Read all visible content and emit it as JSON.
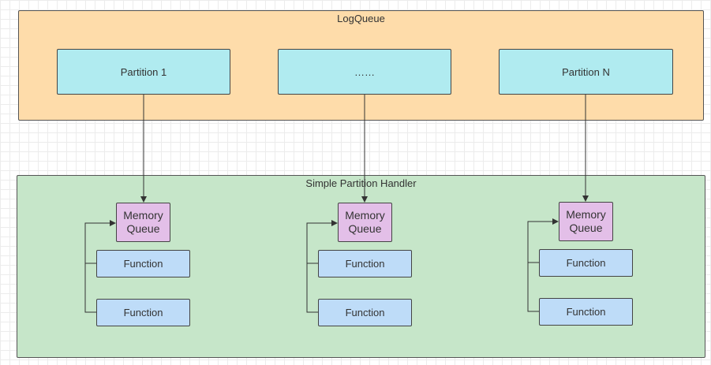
{
  "log_queue": {
    "title": "LogQueue",
    "fill": "#fedcaa",
    "partitions": [
      {
        "label": "Partition 1"
      },
      {
        "label": "……"
      },
      {
        "label": "Partition N"
      }
    ],
    "partition_fill": "#b0ebf0"
  },
  "handler": {
    "title": "Simple Partition  Handler",
    "fill": "#c6e6c9",
    "columns": [
      {
        "memory_queue": "Memory\nQueue",
        "functions": [
          "Function",
          "Function"
        ]
      },
      {
        "memory_queue": "Memory\nQueue",
        "functions": [
          "Function",
          "Function"
        ]
      },
      {
        "memory_queue": "Memory\nQueue",
        "functions": [
          "Function",
          "Function"
        ]
      }
    ],
    "memory_fill": "#e3bfe8",
    "function_fill": "#bedcf8"
  }
}
